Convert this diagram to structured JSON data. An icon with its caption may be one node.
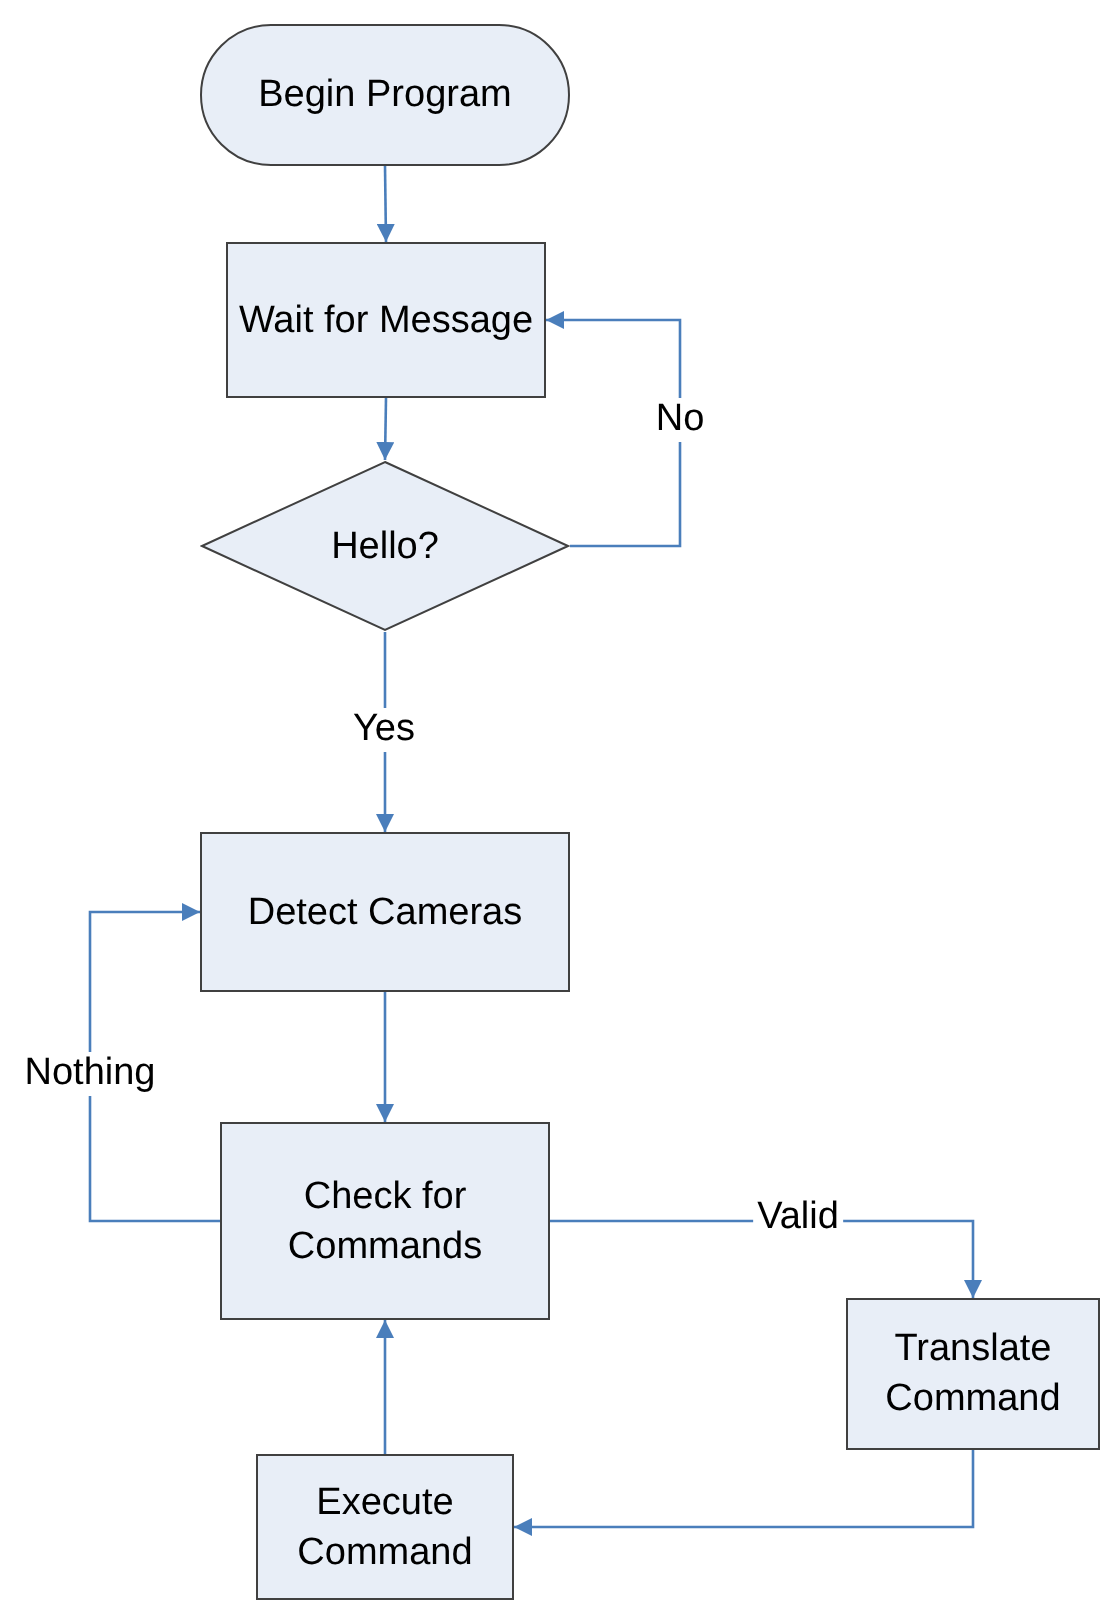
{
  "diagram": {
    "nodes": [
      {
        "text": [
          "Begin Program"
        ]
      },
      {
        "text": [
          "Wait for Message"
        ]
      },
      {
        "text": [
          "Hello?"
        ]
      },
      {
        "text": [
          "Detect Cameras"
        ]
      },
      {
        "text": [
          "Check for Commands"
        ]
      },
      {
        "text": [
          "Translate Command"
        ]
      },
      {
        "text": [
          "Execute Command"
        ]
      }
    ],
    "edges": [
      {
        "from": 0,
        "to": 1,
        "arrow": "to"
      },
      {
        "from": 1,
        "to": 2,
        "arrow": "to"
      },
      {
        "from": 2,
        "to": 1,
        "arrow": "to",
        "label": "No"
      },
      {
        "from": 2,
        "to": 3,
        "arrow": "to",
        "label": "Yes"
      },
      {
        "from": 3,
        "to": 4,
        "arrow": "to"
      },
      {
        "from": 4,
        "to": 3,
        "arrow": "to",
        "label": "Nothing"
      },
      {
        "from": 4,
        "to": 5,
        "arrow": "to",
        "label": "Valid"
      },
      {
        "from": 5,
        "to": 6,
        "arrow": "to"
      },
      {
        "from": 6,
        "to": 4,
        "arrow": "to"
      }
    ]
  }
}
